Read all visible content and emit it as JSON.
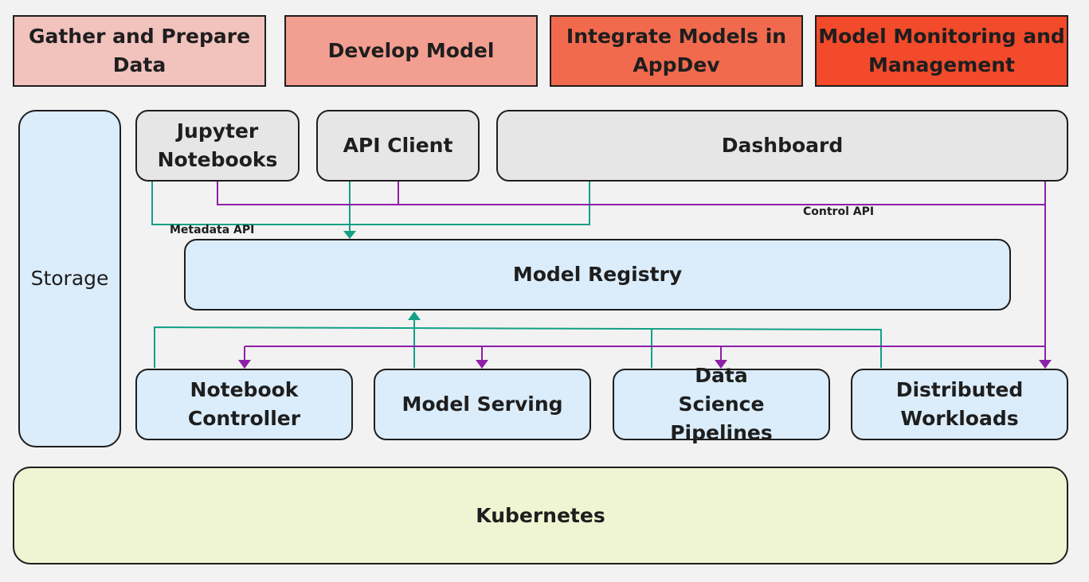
{
  "phases": [
    {
      "label": "Gather and Prepare Data",
      "color": "#f2c2bd"
    },
    {
      "label": "Develop Model",
      "color": "#f29e90"
    },
    {
      "label": "Integrate Models in AppDev",
      "color": "#f26a4e"
    },
    {
      "label": "Model Monitoring and Management",
      "color": "#f24a2a"
    }
  ],
  "clients": {
    "jupyter": "Jupyter Notebooks",
    "api_client": "API Client",
    "dashboard": "Dashboard"
  },
  "storage": "Storage",
  "registry": "Model Registry",
  "components": {
    "notebook_controller": "Notebook Controller",
    "model_serving": "Model Serving",
    "pipelines": "Data Science Pipelines",
    "distributed": "Distributed Workloads"
  },
  "platform": "Kubernetes",
  "api_labels": {
    "metadata": "Metadata API",
    "control": "Control API"
  },
  "colors": {
    "metadata_api": "#13a085",
    "control_api": "#8e1fa8"
  }
}
